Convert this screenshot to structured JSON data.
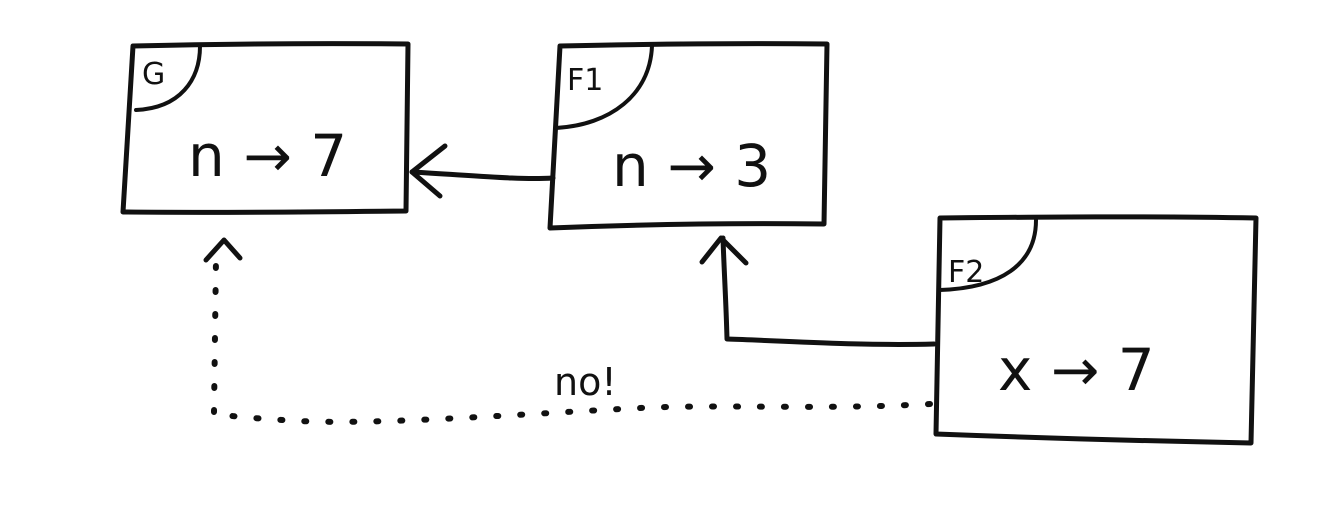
{
  "frames": [
    {
      "id": "G",
      "tag": "G",
      "binding": "n → 7"
    },
    {
      "id": "F1",
      "tag": "F1",
      "binding": "n → 3"
    },
    {
      "id": "F2",
      "tag": "F2",
      "binding": "x → 7"
    }
  ],
  "arrows": [
    {
      "from": "F1",
      "to": "G",
      "style": "solid"
    },
    {
      "from": "F2",
      "to": "F1",
      "style": "solid"
    },
    {
      "from": "F2",
      "to": "G",
      "style": "dotted"
    }
  ],
  "annotation": "no!"
}
